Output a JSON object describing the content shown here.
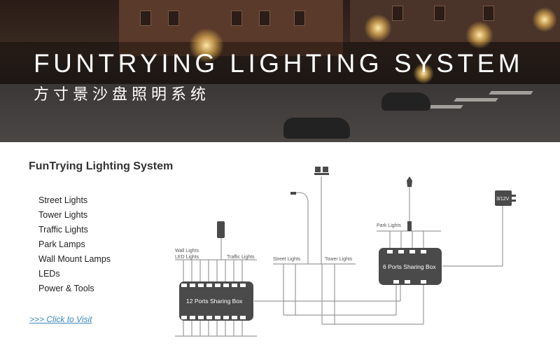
{
  "banner": {
    "title_en": "FUNTRYING LIGHTING SYSTEM",
    "title_zh": "方寸景沙盘照明系统"
  },
  "sidebar": {
    "heading": "FunTrying Lighting System",
    "items": [
      {
        "label": "Street Lights"
      },
      {
        "label": "Tower Lights"
      },
      {
        "label": "Traffic Lights"
      },
      {
        "label": "Park Lamps"
      },
      {
        "label": "Wall Mount Lamps"
      },
      {
        "label": "LEDs"
      },
      {
        "label": "Power & Tools"
      }
    ],
    "visit_link": ">>> Click to Visit"
  },
  "diagram": {
    "labels": {
      "wall_lights": "Wall Lights",
      "led_lights": "LED Lights",
      "traffic_lights": "Traffic Lights",
      "street_lights": "Street Lights",
      "tower_lights": "Tower Lights",
      "park_lights": "Park Lights",
      "power_adapter": "3/12V"
    },
    "box_12": "12 Ports Sharing Box",
    "box_6": "6 Ports Sharing Box",
    "line_color": "#9a9a9a",
    "box_color": "#4a4a4a"
  }
}
